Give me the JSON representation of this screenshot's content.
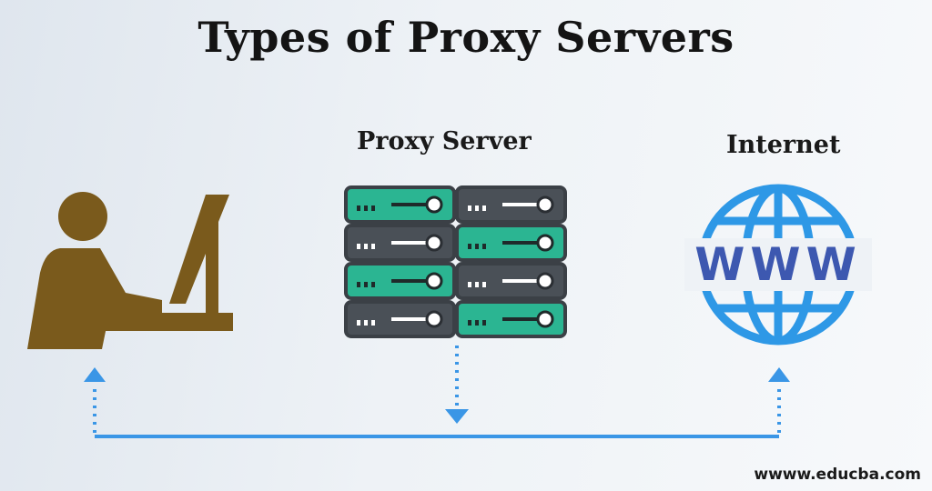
{
  "title": "Types of Proxy Servers",
  "nodes": {
    "proxy": {
      "label": "Proxy Server"
    },
    "internet": {
      "label": "Internet",
      "globe_text": "WWW"
    }
  },
  "footer": {
    "url": "wwww.educba.com"
  },
  "colors": {
    "user": "#7a5a1c",
    "server_body": "#4a5057",
    "server_active": "#2bb592",
    "globe": "#2e98e6",
    "globe_text": "#3d58b0",
    "connector": "#3a96e6"
  }
}
